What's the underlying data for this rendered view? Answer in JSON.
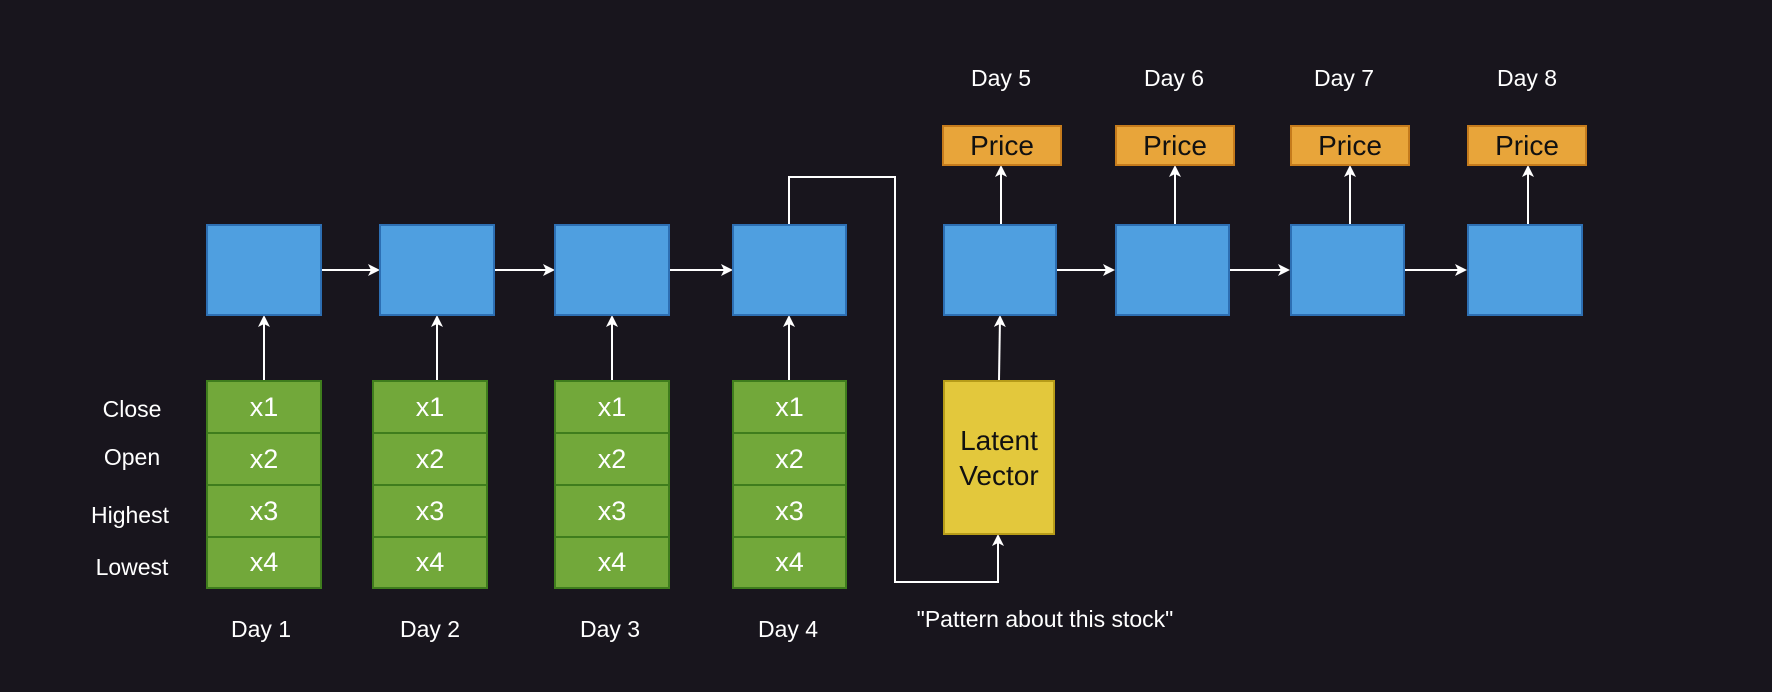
{
  "colors": {
    "background": "#18151d",
    "rnn_cell": "#4f9fe0",
    "input_cell": "#72a83a",
    "price_box": "#e8a53a",
    "latent_box": "#e3c83c",
    "connector": "#ffffff"
  },
  "feature_rows": [
    "Close",
    "Open",
    "Highest",
    "Lowest"
  ],
  "encoder": {
    "days": [
      "Day 1",
      "Day 2",
      "Day 3",
      "Day 4"
    ],
    "cells": [
      "x1",
      "x2",
      "x3",
      "x4"
    ]
  },
  "latent": {
    "line1": "Latent",
    "line2": "Vector",
    "caption": "\"Pattern about this stock\""
  },
  "decoder": {
    "days": [
      "Day 5",
      "Day 6",
      "Day 7",
      "Day 8"
    ],
    "output_label": "Price"
  }
}
